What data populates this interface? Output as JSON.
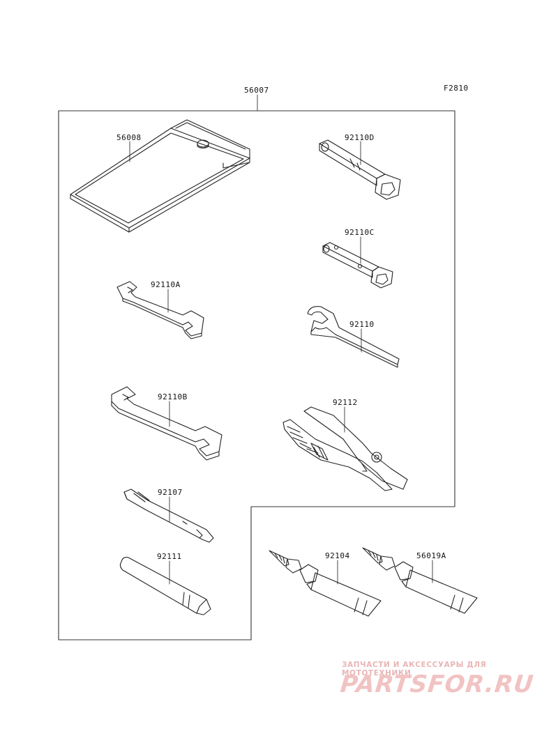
{
  "figure_code": "F2810",
  "parts": {
    "kit": "56007",
    "bag": "56008",
    "box_wrench_d": "92110D",
    "box_wrench_c": "92110C",
    "wrench_a": "92110A",
    "hook_wrench": "92110",
    "wrench_b": "92110B",
    "pliers": "92112",
    "screwdriver": "92107",
    "handle": "92111",
    "grease_tube": "92104",
    "sealant_tube": "56019A"
  },
  "watermark": {
    "tagline": "ЗАПЧАСТИ И АКСЕССУАРЫ ДЛЯ МОТОТЕХНИКИ",
    "logo": "PARTSFOR.RU"
  }
}
